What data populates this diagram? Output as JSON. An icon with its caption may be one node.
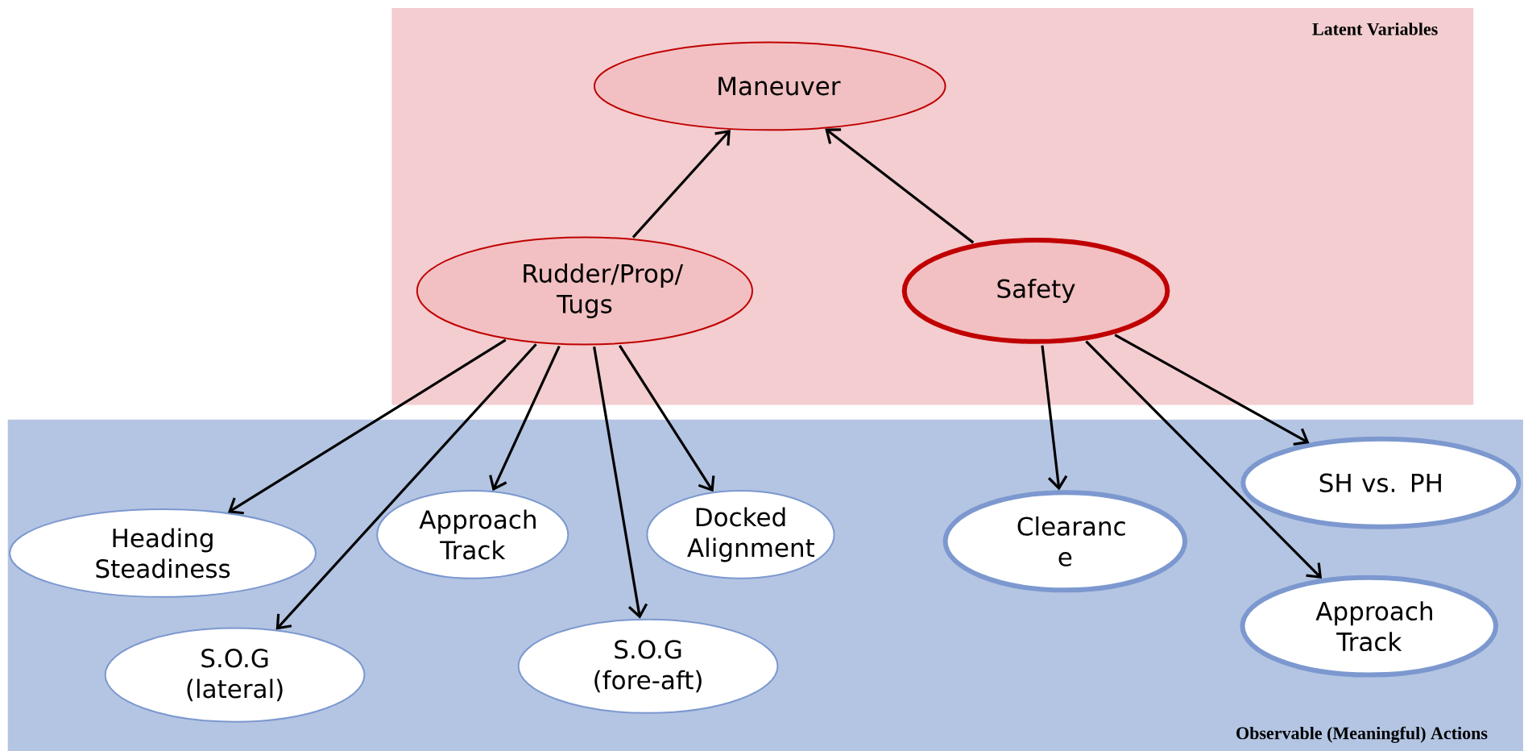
{
  "diagram": {
    "nodes": [
      {
        "text": [
          "Latent Variables"
        ]
      },
      {
        "text": [
          "Maneuver"
        ],
        "in": 0
      },
      {
        "text": [
          "Rudder/Prop/ Tugs"
        ],
        "in": 0
      },
      {
        "text": [
          "Safety"
        ],
        "in": 0
      },
      {
        "text": [
          "Observable (Meaningful) Actions"
        ]
      },
      {
        "text": [
          "Heading Steadiness"
        ],
        "in": 4
      },
      {
        "text": [
          "Approach Track"
        ],
        "in": 4
      },
      {
        "text": [
          "Docked Alignment"
        ],
        "in": 4
      },
      {
        "text": [
          "Clearanc e"
        ],
        "in": 4
      },
      {
        "text": [
          "SH vs. PH"
        ],
        "in": 4
      },
      {
        "text": [
          "S.O.G (lateral)"
        ],
        "in": 4
      },
      {
        "text": [
          "S.O.G (fore-aft)"
        ],
        "in": 4
      },
      {
        "text": [
          "Approach Track"
        ],
        "in": 4
      }
    ],
    "edges": [
      {
        "from": 2,
        "to": 1,
        "arrow": "to"
      },
      {
        "from": 3,
        "to": 1,
        "arrow": "to"
      },
      {
        "from": 2,
        "to": 5,
        "arrow": "to"
      },
      {
        "from": 2,
        "to": 10,
        "arrow": "to"
      },
      {
        "from": 2,
        "to": 6,
        "arrow": "to"
      },
      {
        "from": 2,
        "to": 11,
        "arrow": "to"
      },
      {
        "from": 2,
        "to": 7,
        "arrow": "to"
      },
      {
        "from": 3,
        "to": 8,
        "arrow": "to"
      },
      {
        "from": 3,
        "to": 12,
        "arrow": "to"
      },
      {
        "from": 3,
        "to": 9,
        "arrow": "to"
      }
    ]
  }
}
